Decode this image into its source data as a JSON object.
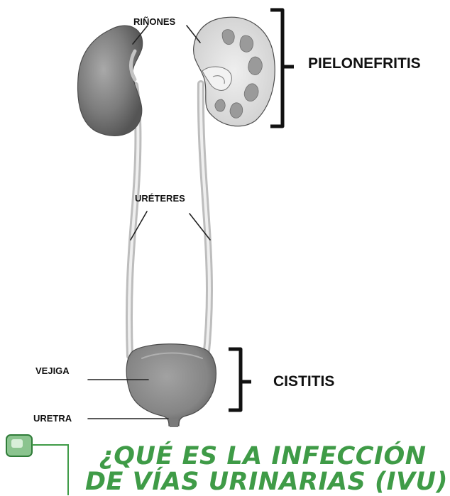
{
  "labels": {
    "rinones": "RIÑONES",
    "ureteres": "URÉTERES",
    "vejiga": "VEJIGA",
    "uretra": "URETRA"
  },
  "conditions": {
    "upper": "PIELONEFRITIS",
    "lower": "CISTITIS"
  },
  "heading": {
    "line1": "¿QUÉ ES LA INFECCIÓN",
    "line2": "DE VÍAS URINARIAS (IVU)?"
  },
  "colors": {
    "title_green": "#3f9b47",
    "organ_gray": "#8a8a8a",
    "ink": "#111111"
  }
}
